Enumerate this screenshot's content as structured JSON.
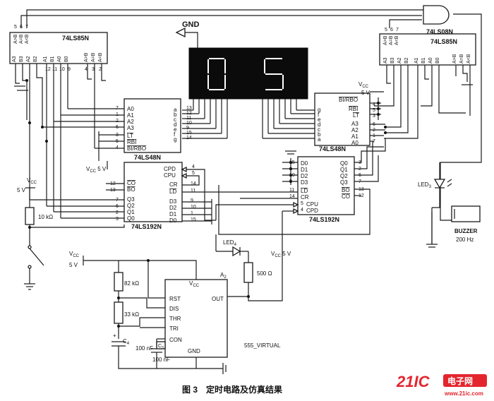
{
  "caption": "图 3　定时电路及仿真结果",
  "watermark": {
    "brand": "21IC",
    "cn": "电子网",
    "domain": "www.21ic.com",
    "color": "#e3262e"
  },
  "net_labels": {
    "gnd_top": "GND",
    "vcc": "V",
    "vcc_sub": "CC",
    "five_v": "5 V"
  },
  "chips": {
    "u85_left": {
      "name": "74LS85N",
      "top_pins": [
        "A>B",
        "A=B",
        "A<B"
      ],
      "top_nums": [
        "5",
        "6",
        "7"
      ],
      "bottom_pins": [
        "A3",
        "B3",
        "A2",
        "B2",
        "A1",
        "B1",
        "A0",
        "B0",
        "A>B",
        "A=B",
        "A<B"
      ],
      "bottom_nums": [
        "12",
        "11",
        "10",
        "9",
        "4",
        "3",
        "2"
      ]
    },
    "u85_right": {
      "name": "74LS85N",
      "gate": "74LS08N",
      "top_pins": [
        "A>B",
        "A=B",
        "A<B"
      ],
      "top_nums": [
        "5",
        "6",
        "7"
      ],
      "bottom_pins": [
        "A3",
        "B3",
        "A2",
        "B2",
        "A1",
        "B1",
        "A0",
        "B0",
        "A>B",
        "A=B",
        "A<B"
      ]
    },
    "u48_left": {
      "name": "74LS48N",
      "inputs": [
        "A0",
        "A1",
        "A2",
        "A3",
        "LT",
        "RBI",
        "BI/RBO"
      ],
      "in_nums": [
        "7",
        "1",
        "2",
        "6",
        "3",
        "5",
        "4"
      ],
      "outputs": [
        "a",
        "b",
        "c",
        "d",
        "e",
        "f",
        "g"
      ],
      "out_nums": [
        "13",
        "12",
        "11",
        "10",
        "9",
        "15",
        "14"
      ]
    },
    "u48_right": {
      "name": "74LS48N",
      "inputs": [
        "g",
        "f",
        "e",
        "d",
        "c",
        "b",
        "a"
      ],
      "right_pins": [
        "BI/RBO",
        "RBI",
        "LT",
        "A3",
        "A2",
        "A1",
        "A0"
      ],
      "right_nums": [
        "4",
        "5",
        "3",
        "6",
        "2",
        "1",
        "7"
      ]
    },
    "u192_left": {
      "name": "74LS192N",
      "left_pins": [
        "CO",
        "BO",
        "Q3",
        "Q2",
        "Q1",
        "Q0"
      ],
      "left_nums": [
        "12",
        "13",
        "7",
        "6",
        "2",
        "3"
      ],
      "right_pins": [
        "CPD",
        "CPU",
        "CR",
        "LD",
        "D3",
        "D2",
        "D1",
        "D0"
      ],
      "right_nums": [
        "4",
        "5",
        "14",
        "11",
        "9",
        "10",
        "1",
        "15"
      ]
    },
    "u192_right": {
      "name": "74LS192N",
      "left_pins": [
        "D0",
        "D1",
        "D2",
        "D3",
        "LD",
        "CR",
        "CPU",
        "CPD"
      ],
      "left_nums": [
        "15",
        "1",
        "10",
        "9",
        "11",
        "14",
        "5",
        "4"
      ],
      "right_pins": [
        "Q0",
        "Q1",
        "Q2",
        "Q3",
        "BO",
        "CO"
      ],
      "right_nums": [
        "3",
        "2",
        "6",
        "7",
        "13",
        "12"
      ]
    },
    "timer": {
      "name": "A",
      "name_sub": "2",
      "vcc": "V",
      "vcc_sub": "CC",
      "pins": [
        "RST",
        "DIS",
        "THR",
        "TRI",
        "CON"
      ],
      "out": "OUT",
      "gnd": "GND",
      "part": "555_VIRTUAL"
    }
  },
  "components": {
    "r1": "10 kΩ",
    "r2": "82 kΩ",
    "r3": "33 kΩ",
    "r4": "500 Ω",
    "c4": "C",
    "c4_sub": "4",
    "c3": "C",
    "c3_sub": "3",
    "c_val_1": "100 nF",
    "c_val_2": "100 nF",
    "led4": "LED",
    "led4_sub": "4",
    "led3": "LED",
    "led3_sub": "3",
    "buzzer": "BUZZER",
    "buzzer_freq": "200 Hz"
  },
  "display": {
    "digits": "05"
  }
}
